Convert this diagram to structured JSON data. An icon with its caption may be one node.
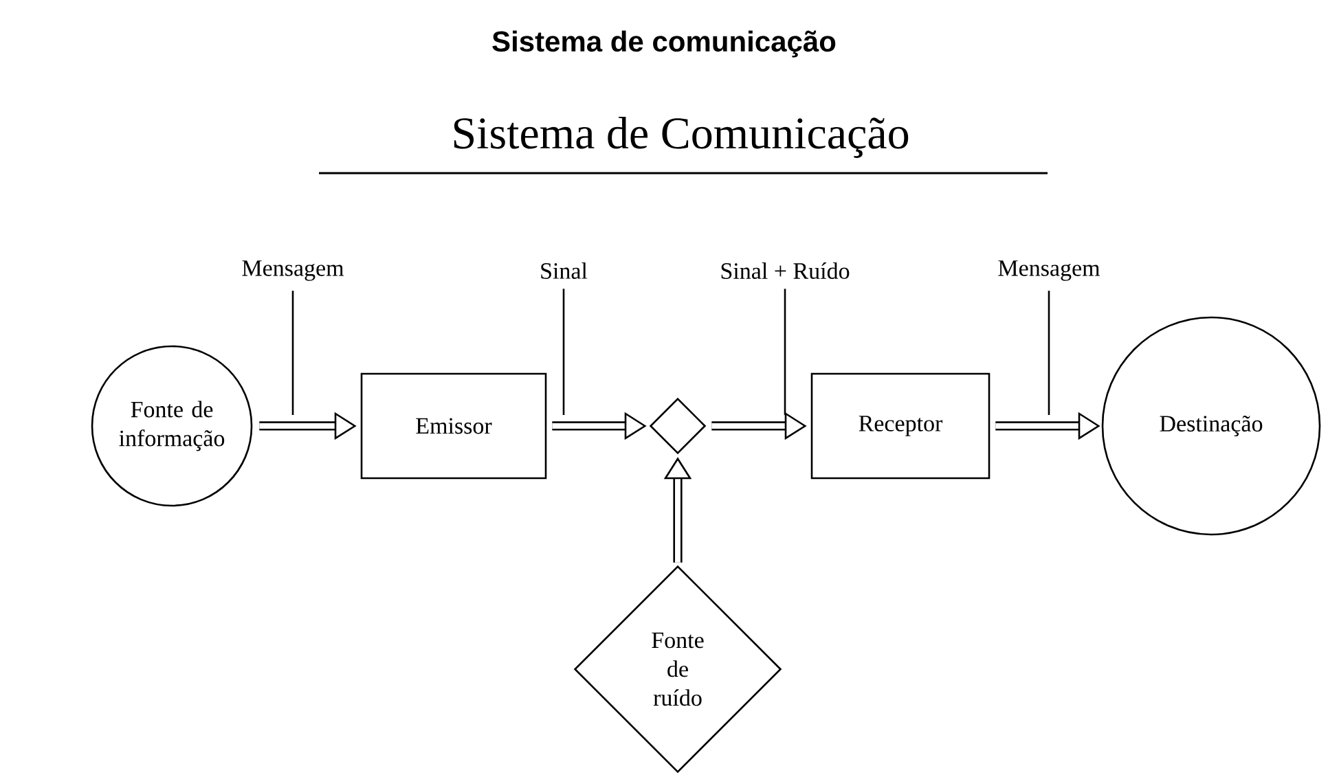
{
  "diagram": {
    "title": "Sistema de comunicação",
    "nodes": [
      {
        "text": [
          "Fonte de informação"
        ]
      },
      {
        "text": [
          "Emissor"
        ]
      },
      {
        "text": [],
        "shape": "diamond"
      },
      {
        "text": [
          "Receptor"
        ]
      },
      {
        "text": [
          "Destinação"
        ]
      },
      {
        "text": [
          "Fonte de ruído"
        ]
      },
      {
        "text": [
          "Mensagem"
        ]
      },
      {
        "text": [
          "Sinal"
        ]
      },
      {
        "text": [
          "Sinal + Ruído"
        ]
      },
      {
        "text": [
          "Mensagem"
        ]
      }
    ],
    "edges": [
      {
        "from": 0,
        "to": 1,
        "arrow": "to"
      },
      {
        "from": 1,
        "to": 2,
        "arrow": "to"
      },
      {
        "from": 2,
        "to": 3,
        "arrow": "to"
      },
      {
        "from": 3,
        "to": 4,
        "arrow": "to"
      },
      {
        "from": 5,
        "to": 2,
        "arrow": "to"
      },
      {
        "from": 6,
        "to": null,
        "arrow": "none"
      },
      {
        "from": 7,
        "to": null,
        "arrow": "none"
      },
      {
        "from": 8,
        "to": null,
        "arrow": "none"
      },
      {
        "from": 9,
        "to": null,
        "arrow": "none"
      }
    ],
    "labels": [
      "Sistema de Comunicação"
    ]
  }
}
